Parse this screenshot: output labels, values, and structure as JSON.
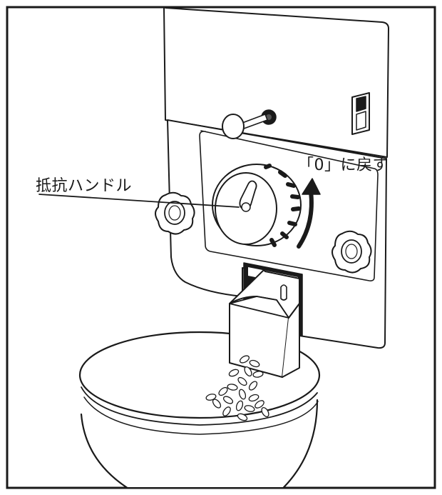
{
  "labels": {
    "resistance_handle": "抵抗ハンドル",
    "return_to_zero": "「0」に戻す"
  },
  "icons": [
    "resistance-handle-dial",
    "rotation-arrow-icon",
    "knob-screw-icon",
    "toggle-switch-icon",
    "lever-icon",
    "beans-icon"
  ],
  "colors": {
    "line": "#1a1a1a",
    "background": "#ffffff"
  }
}
